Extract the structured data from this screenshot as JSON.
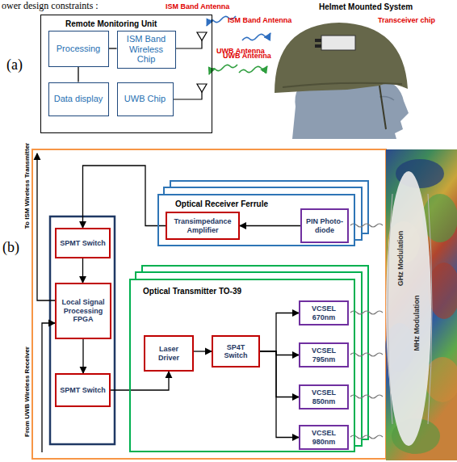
{
  "diagram": {
    "nodes": [
      {
        "text": [
          "Remote Monitoring Unit"
        ]
      },
      {
        "text": [
          "Processing"
        ],
        "in": 0
      },
      {
        "text": [
          "ISM Band Wireless Chip"
        ],
        "in": 0
      },
      {
        "text": [
          "Data display"
        ],
        "in": 0
      },
      {
        "text": [
          "UWB Chip"
        ],
        "in": 0
      },
      {
        "text": [
          "SPMT Switch"
        ]
      },
      {
        "text": [
          "Local Signal Processing FPGA"
        ]
      },
      {
        "text": [
          "SPMT Switch"
        ]
      },
      {
        "text": [
          "Optical Receiver Ferrule"
        ]
      },
      {
        "text": [
          "Transimpedance Amplifier"
        ],
        "in": 8
      },
      {
        "text": [
          "PIN Photo-diode"
        ],
        "in": 8
      },
      {
        "text": [
          "Optical Transmitter TO-39"
        ]
      },
      {
        "text": [
          "Laser Driver"
        ],
        "in": 11
      },
      {
        "text": [
          "SP4T Switch"
        ],
        "in": 11
      },
      {
        "text": [
          "VCSEL 670nm"
        ],
        "in": 11
      },
      {
        "text": [
          "VCSEL 795nm"
        ],
        "in": 11
      },
      {
        "text": [
          "VCSEL 850nm"
        ],
        "in": 11
      },
      {
        "text": [
          "VCSEL 980nm"
        ],
        "in": 11
      }
    ],
    "edges": [
      {
        "from": 1,
        "to": 2,
        "arrow": "none"
      },
      {
        "from": 1,
        "to": 3,
        "arrow": "none"
      },
      {
        "from": 10,
        "to": 9,
        "arrow": "to"
      },
      {
        "from": 9,
        "to": 5,
        "arrow": "to"
      },
      {
        "from": 5,
        "to": 6,
        "arrow": "to"
      },
      {
        "from": 6,
        "to": 7,
        "arrow": "to"
      },
      {
        "from": 7,
        "to": 12,
        "arrow": "to"
      },
      {
        "from": 12,
        "to": 13,
        "arrow": "to"
      },
      {
        "from": 13,
        "to": 14,
        "arrow": "to"
      },
      {
        "from": 13,
        "to": 15,
        "arrow": "to"
      },
      {
        "from": 13,
        "to": 16,
        "arrow": "to"
      },
      {
        "from": 13,
        "to": 17,
        "arrow": "to"
      }
    ],
    "labels": [
      "ower design constraints :",
      "(a)",
      "ISM Band Antenna",
      "UWB Antenna",
      "Helmet Mounted System",
      "ISM Band Antenna",
      "Transceiver chip",
      "UWB Antenna",
      "(b)",
      "To ISM Wireless Transmitter",
      "From UWB Wireless Receiver",
      "GHz Modulation",
      "MHz Modulation"
    ]
  }
}
